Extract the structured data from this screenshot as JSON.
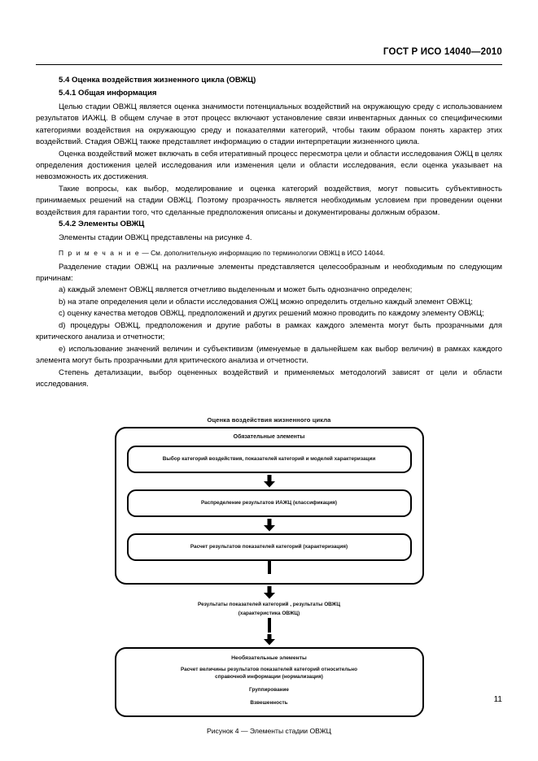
{
  "header": {
    "standard_title": "ГОСТ Р ИСО 14040—2010"
  },
  "sections": {
    "s54_heading": "5.4  Оценка воздействия жизненного цикла (ОВЖЦ)",
    "s541_heading": "5.4.1  Общая информация",
    "s541_p1": "Целью стадии ОВЖЦ является оценка значимости потенциальных воздействий на окружающую среду с использованием результатов ИАЖЦ. В общем случае в этот процесс включают установление связи инвентарных данных со специфическими категориями воздействия на окружающую среду и показателями категорий, чтобы таким образом понять характер этих воздействий. Стадия ОВЖЦ также представляет информацию о стадии интерпретации жизненного цикла.",
    "s541_p2": "Оценка воздействий может включать в себя итеративный процесс пересмотра цели и области исследования ОЖЦ в целях определения достижения целей исследования или изменения цели и области исследования, если оценка указывает на невозможность их достижения.",
    "s541_p3": "Такие вопросы, как выбор, моделирование и оценка категорий воздействия, могут повысить субъективность принимаемых решений на стадии ОВЖЦ. Поэтому прозрачность является необходимым условием при проведении оценки воздействия для гарантии того, что сделанные предположения описаны и документированы должным образом.",
    "s542_heading": "5.4.2  Элементы ОВЖЦ",
    "s542_p1": "Элементы стадии ОВЖЦ представлены на рисунке 4.",
    "note_label": "П р и м е ч а н и е",
    "note_text": " — См. дополнительную информацию по терминологии ОВЖЦ в ИСО 14044.",
    "s542_p2": "Разделение стадии ОВЖЦ на различные элементы представляется целесообразным и необходимым по следующим причинам:",
    "list": [
      "a)  каждый элемент ОВЖЦ является отчетливо выделенным и может быть однозначно определен;",
      "b)  на этапе определения цели и области исследования ОЖЦ можно определить отдельно каждый элемент ОВЖЦ;",
      "c)  оценку качества методов ОВЖЦ, предположений и других решений можно проводить по каждому элементу ОВЖЦ;",
      "d)  процедуры ОВЖЦ, предположения и другие работы в рамках каждого элемента могут быть прозрачными для критического анализа и отчетности;",
      "e)  использование значений величин и субъективизм (именуемые в дальнейшем как выбор величин) в рамках каждого элемента могут быть прозрачными для критического анализа и отчетности."
    ],
    "s542_p3": "Степень детализации, выбор оцененных воздействий и применяемых методологий зависят от цели и области исследования."
  },
  "figure": {
    "title": "Оценка воздействия жизненного цикла",
    "mandatory_label": "Обязательные элементы",
    "step1": "Выбор категорий воздействия, показателей категорий и моделей характеризации",
    "step2": "Распределение результатов ИАЖЦ (классификация)",
    "step3": "Расчет результатов показателей категорий (характеризация)",
    "mid_line1": "Результаты показателей категорий , результаты ОВЖЦ",
    "mid_line2": "(характеристика ОВЖЦ)",
    "optional_label": "Необязательные элементы",
    "opt_line1": "Расчет величины результатов показателей категорий относительно",
    "opt_line2": "справочной информации (нормализация)",
    "opt_line3": "Группирование",
    "opt_line4": "Взвешенность",
    "caption": "Рисунок 4 — Элементы стадии ОВЖЦ"
  },
  "footer": {
    "page_number": "11"
  }
}
